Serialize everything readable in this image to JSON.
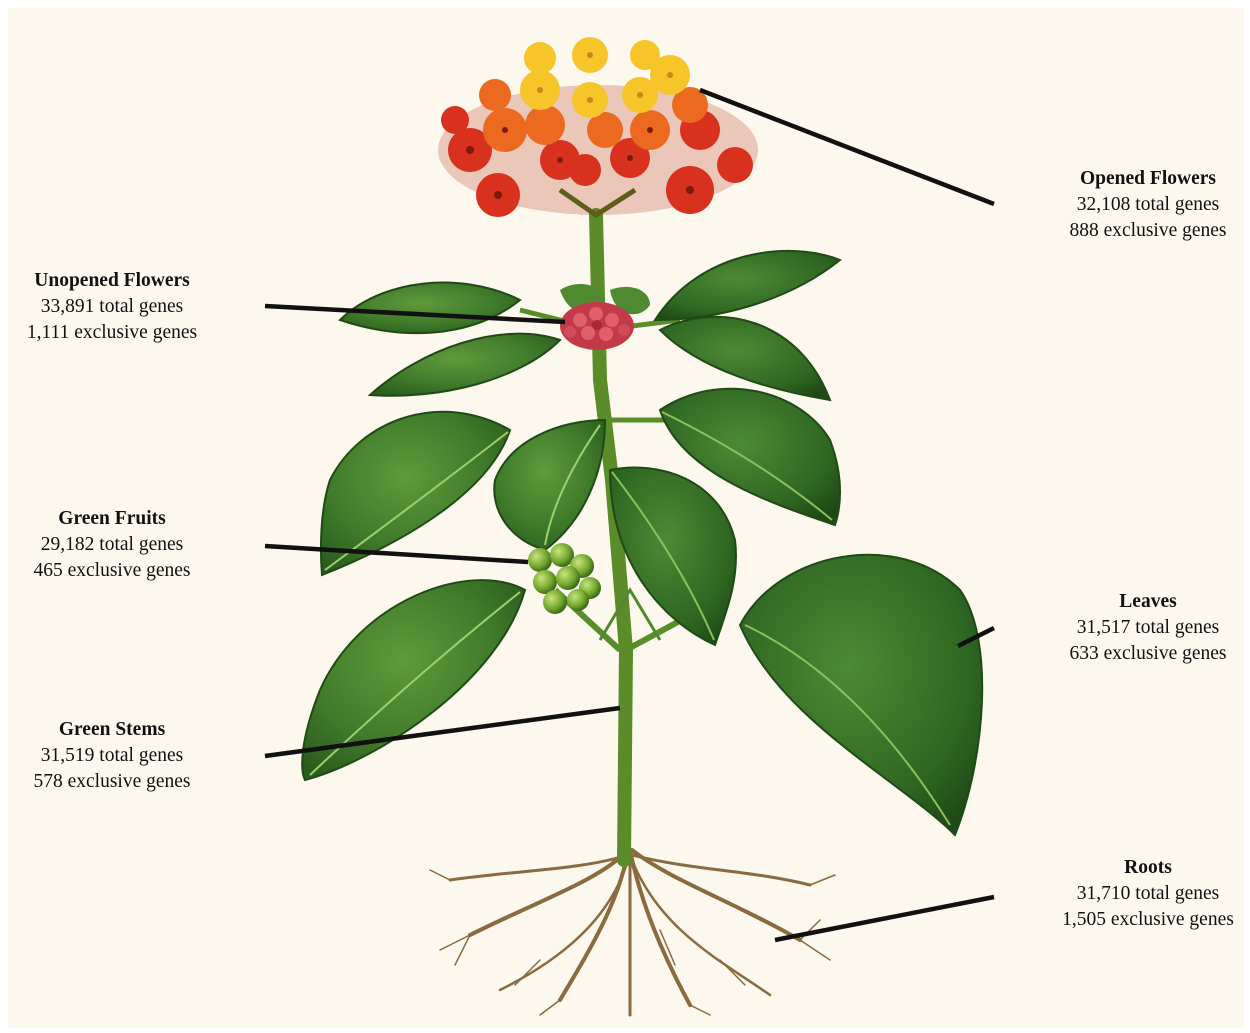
{
  "figure": {
    "background_color": "#fcf8ee",
    "leader_line_color": "#111111"
  },
  "labels": {
    "unopened_flowers": {
      "name": "Unopened Flowers",
      "total": "33,891 total genes",
      "exclusive": "1,111 exclusive genes"
    },
    "green_fruits": {
      "name": "Green Fruits",
      "total": "29,182 total genes",
      "exclusive": "465 exclusive genes"
    },
    "green_stems": {
      "name": "Green Stems",
      "total": "31,519 total genes",
      "exclusive": "578 exclusive genes"
    },
    "opened_flowers": {
      "name": "Opened Flowers",
      "total": "32,108 total genes",
      "exclusive": "888 exclusive genes"
    },
    "leaves": {
      "name": "Leaves",
      "total": "31,517 total genes",
      "exclusive": "633 exclusive genes"
    },
    "roots": {
      "name": "Roots",
      "total": "31,710 total genes",
      "exclusive": "1,505 exclusive genes"
    }
  }
}
